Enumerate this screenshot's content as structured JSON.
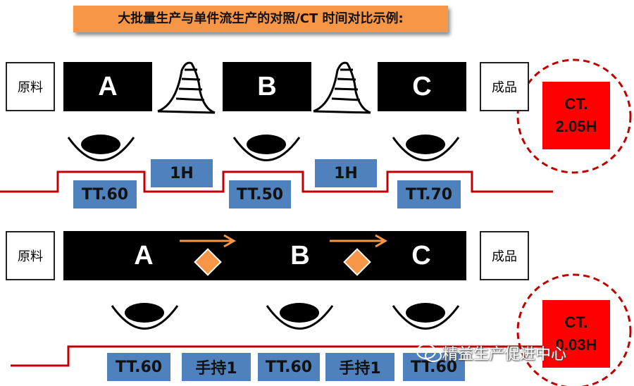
{
  "title": "大批量生产与单件流生产的对照/CT 时间对比示例:",
  "top": {
    "raw": "原料",
    "finished": "成品",
    "stations": [
      "A",
      "B",
      "C"
    ],
    "tt": [
      "TT.60",
      "TT.50",
      "TT.70"
    ],
    "wip": [
      "1H",
      "1H"
    ],
    "ct": [
      "CT.",
      "2.05H"
    ]
  },
  "bottom": {
    "raw": "原料",
    "finished": "成品",
    "stations": [
      "A",
      "B",
      "C"
    ],
    "tt": [
      "TT.60",
      "TT.60",
      "TT.60"
    ],
    "hold": [
      "手持1",
      "手持1"
    ],
    "ct": [
      "CT.",
      "0.03H"
    ]
  },
  "watermark": "精益生产促进中心",
  "colors": {
    "title_bg": "#f79646",
    "tt_bg": "#4f81bd",
    "ct_bg": "#ff0000",
    "line": "#c00000",
    "arrow": "#f79646"
  }
}
